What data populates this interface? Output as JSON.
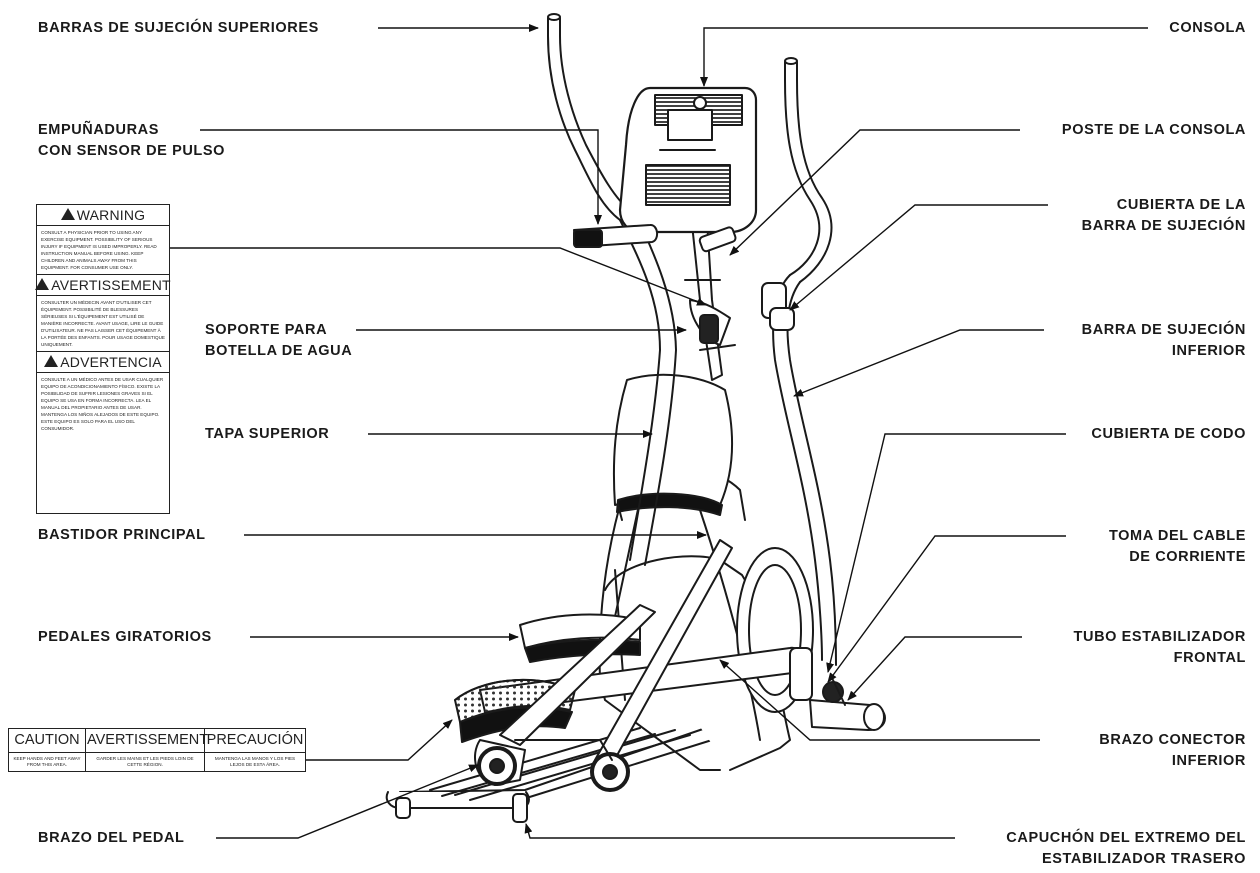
{
  "labels": {
    "barras_superiores": "BARRAS DE SUJECIÓN SUPERIORES",
    "consola": "CONSOLA",
    "empunaduras_1": "EMPUÑADURAS",
    "empunaduras_2": "CON SENSOR DE PULSO",
    "poste_consola": "POSTE DE LA CONSOLA",
    "cubierta_barra_1": "CUBIERTA DE LA",
    "cubierta_barra_2": "BARRA DE SUJECIÓN",
    "soporte_botella_1": "SOPORTE PARA",
    "soporte_botella_2": "BOTELLA DE AGUA",
    "barra_inferior_1": "BARRA DE SUJECIÓN",
    "barra_inferior_2": "INFERIOR",
    "tapa_superior": "TAPA SUPERIOR",
    "cubierta_codo": "CUBIERTA DE CODO",
    "bastidor": "BASTIDOR PRINCIPAL",
    "toma_cable_1": "TOMA DEL CABLE",
    "toma_cable_2": "DE CORRIENTE",
    "pedales": "PEDALES GIRATORIOS",
    "tubo_frontal_1": "TUBO ESTABILIZADOR",
    "tubo_frontal_2": "FRONTAL",
    "brazo_conector_1": "BRAZO CONECTOR",
    "brazo_conector_2": "INFERIOR",
    "brazo_pedal": "BRAZO DEL PEDAL",
    "capuchon_1": "CAPUCHÓN DEL EXTREMO DEL",
    "capuchon_2": "ESTABILIZADOR TRASERO"
  },
  "warning_label": {
    "h1": "WARNING",
    "t1": "Consult a physician prior to using any exercise equipment. Possibility of serious injury if equipment is used improperly. Read instruction manual before using. Keep children and animals away from this equipment. For consumer use only.",
    "h2": "AVERTISSEMENT",
    "t2": "Consulter un médecin avant d'utiliser cet équipement. Possibilité de blessures sérieuses si l'équipement est utilisé de manière incorrecte. Avant usage, lire le guide d'utilisateur. Ne pas laisser cet équipement à la portée des enfants. Pour usage domestique uniquement.",
    "h3": "ADVERTENCIA",
    "t3": "Consulte a un médico antes de usar cualquier equipo de acondicionamiento físico. Existe la posibilidad de sufrir lesiones graves si el equipo se usa en forma incorrecta. Lea el manual del propietario antes de usar. Mantenga los niños alejados de este equipo. Este equipo es solo para el uso del consumidor."
  },
  "caution_label": {
    "h1": "CAUTION",
    "t1": "Keep hands and feet away from this area.",
    "h2": "AVERTISSEMENT",
    "t2": "Garder les mains et les pieds loin de cette région.",
    "h3": "PRECAUCIÓN",
    "t3": "Mantenga las manos y los pies lejos de esta área."
  }
}
